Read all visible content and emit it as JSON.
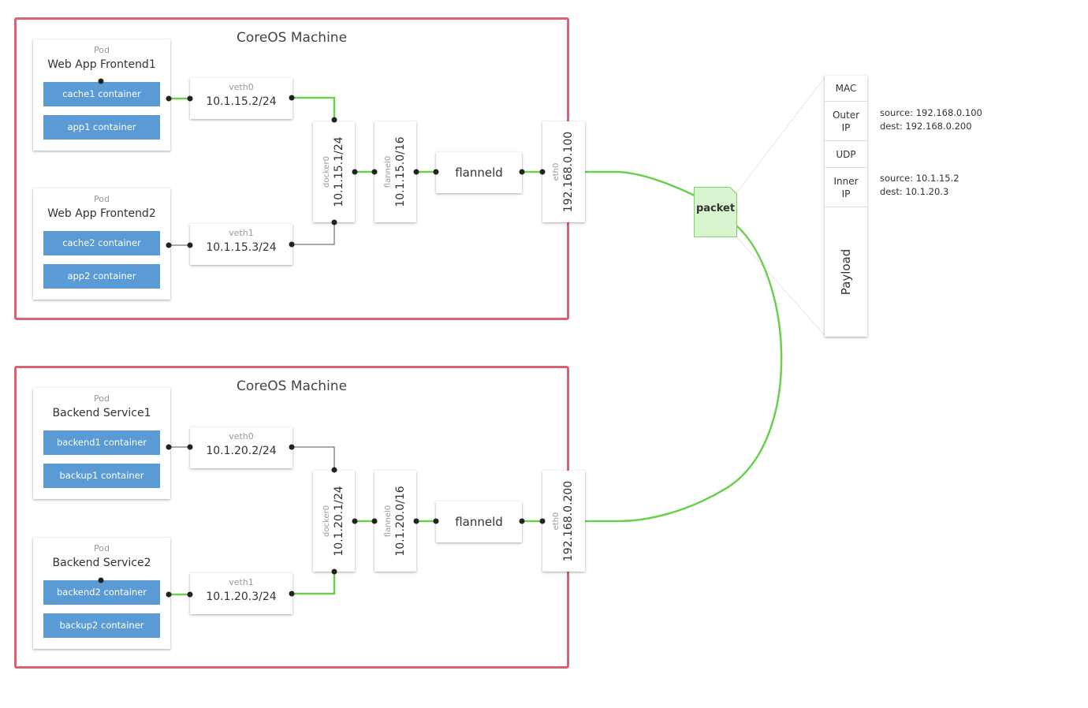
{
  "machines": [
    {
      "title": "CoreOS Machine",
      "pods": [
        {
          "label": "Pod",
          "name": "Web App Frontend1",
          "containers": [
            "cache1 container",
            "app1 container"
          ]
        },
        {
          "label": "Pod",
          "name": "Web App Frontend2",
          "containers": [
            "cache2 container",
            "app2 container"
          ]
        }
      ],
      "veths": [
        {
          "label": "veth0",
          "ip": "10.1.15.2/24"
        },
        {
          "label": "veth1",
          "ip": "10.1.15.3/24"
        }
      ],
      "docker": {
        "label": "docker0",
        "ip": "10.1.15.1/24"
      },
      "flannel": {
        "label": "flannel0",
        "ip": "10.1.15.0/16"
      },
      "flanneld": "flanneld",
      "eth": {
        "label": "eth0",
        "ip": "192.168.0.100"
      }
    },
    {
      "title": "CoreOS Machine",
      "pods": [
        {
          "label": "Pod",
          "name": "Backend Service1",
          "containers": [
            "backend1 container",
            "backup1 container"
          ]
        },
        {
          "label": "Pod",
          "name": "Backend Service2",
          "containers": [
            "backend2 container",
            "backup2 container"
          ]
        }
      ],
      "veths": [
        {
          "label": "veth0",
          "ip": "10.1.20.2/24"
        },
        {
          "label": "veth1",
          "ip": "10.1.20.3/24"
        }
      ],
      "docker": {
        "label": "docker0",
        "ip": "10.1.20.1/24"
      },
      "flannel": {
        "label": "flannel0",
        "ip": "10.1.20.0/16"
      },
      "flanneld": "flanneld",
      "eth": {
        "label": "eth0",
        "ip": "192.168.0.200"
      }
    }
  ],
  "packet": {
    "label": "packet",
    "headers": [
      {
        "name": "MAC"
      },
      {
        "name": "Outer\nIP",
        "note": [
          "source: 192.168.0.100",
          "dest: 192.168.0.200"
        ]
      },
      {
        "name": "UDP"
      },
      {
        "name": "Inner\nIP",
        "note": [
          "source: 10.1.15.2",
          "dest: 10.1.20.3"
        ]
      },
      {
        "name": "Payload"
      }
    ]
  },
  "colors": {
    "machine_border": "#d9646f",
    "container": "#5b9bd5",
    "wire_active": "#6ccf4e",
    "wire_idle": "#555555",
    "packet_fill": "#d8f5cf"
  }
}
